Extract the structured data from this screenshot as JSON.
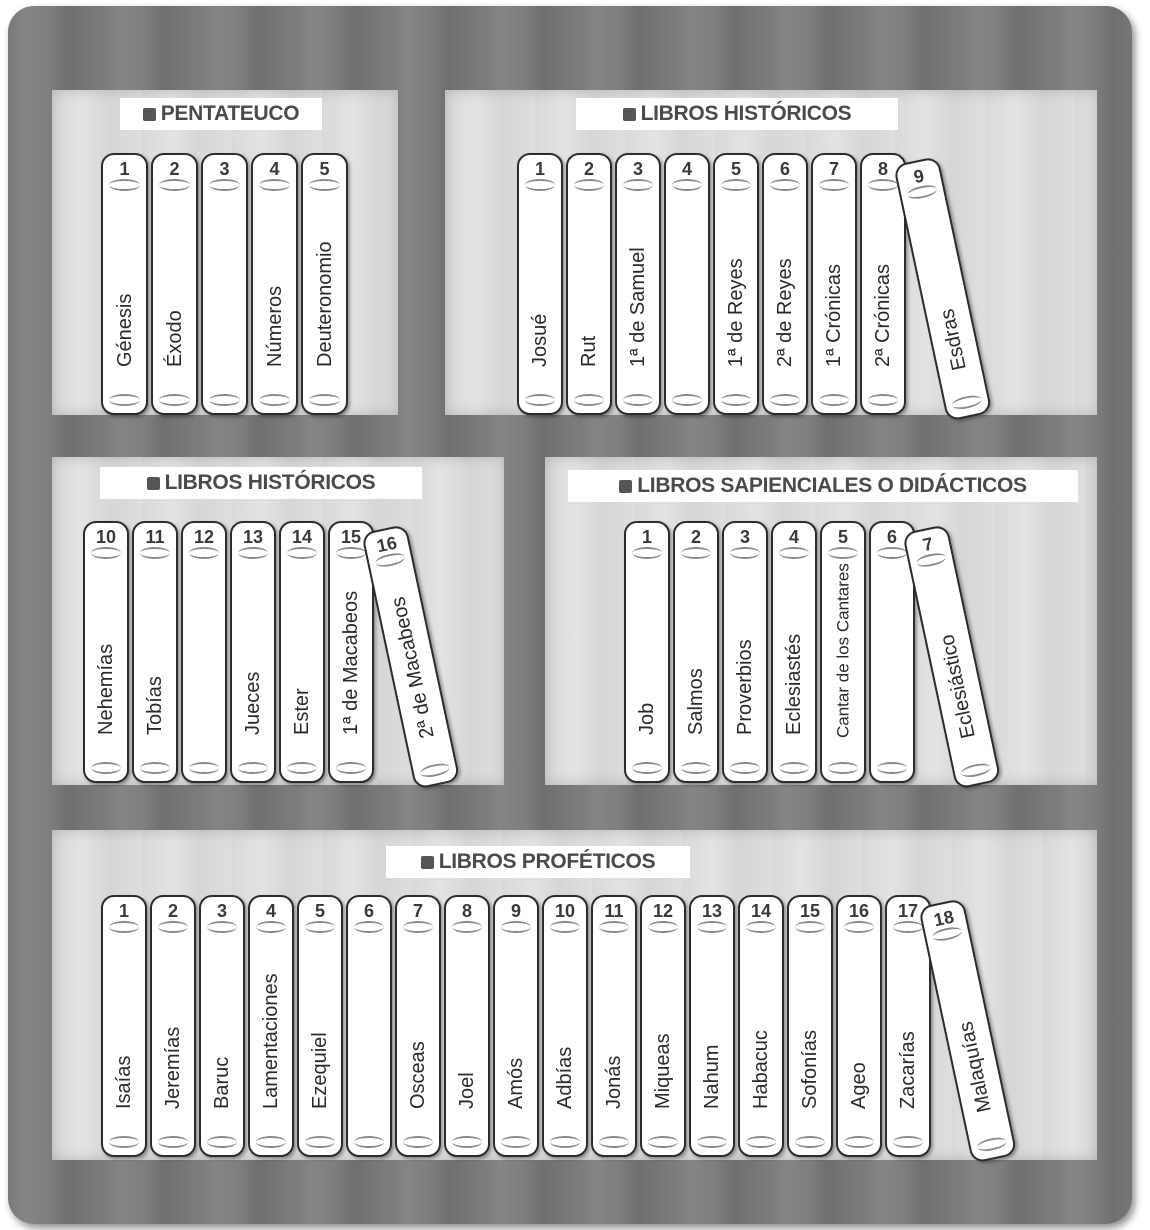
{
  "sections": [
    {
      "label": "PENTATEUCO",
      "books": [
        {
          "num": "1",
          "title": "Génesis"
        },
        {
          "num": "2",
          "title": "Éxodo"
        },
        {
          "num": "3",
          "title": ""
        },
        {
          "num": "4",
          "title": "Números"
        },
        {
          "num": "5",
          "title": "Deuteronomio"
        }
      ]
    },
    {
      "label": "LIBROS HISTÓRICOS",
      "books": [
        {
          "num": "1",
          "title": "Josué"
        },
        {
          "num": "2",
          "title": "Rut"
        },
        {
          "num": "3",
          "title": "1ª de Samuel"
        },
        {
          "num": "4",
          "title": ""
        },
        {
          "num": "5",
          "title": "1ª de Reyes"
        },
        {
          "num": "6",
          "title": "2ª de Reyes"
        },
        {
          "num": "7",
          "title": "1ª Crónicas"
        },
        {
          "num": "8",
          "title": "2ª Crónicas"
        },
        {
          "num": "9",
          "title": "Esdras"
        }
      ]
    },
    {
      "label": "LIBROS HISTÓRICOS",
      "books": [
        {
          "num": "10",
          "title": "Nehemías"
        },
        {
          "num": "11",
          "title": "Tobías"
        },
        {
          "num": "12",
          "title": ""
        },
        {
          "num": "13",
          "title": "Jueces"
        },
        {
          "num": "14",
          "title": "Ester"
        },
        {
          "num": "15",
          "title": "1ª de Macabeos"
        },
        {
          "num": "16",
          "title": "2ª de Macabeos"
        }
      ]
    },
    {
      "label": "LIBROS SAPIENCIALES O DIDÁCTICOS",
      "books": [
        {
          "num": "1",
          "title": "Job"
        },
        {
          "num": "2",
          "title": "Salmos"
        },
        {
          "num": "3",
          "title": "Proverbios"
        },
        {
          "num": "4",
          "title": "Eclesiastés"
        },
        {
          "num": "5",
          "title": "Cantar de los Cantares"
        },
        {
          "num": "6",
          "title": ""
        },
        {
          "num": "7",
          "title": "Eclesiástico"
        }
      ]
    },
    {
      "label": "LIBROS PROFÉTICOS",
      "books": [
        {
          "num": "1",
          "title": "Isaías"
        },
        {
          "num": "2",
          "title": "Jeremías"
        },
        {
          "num": "3",
          "title": "Baruc"
        },
        {
          "num": "4",
          "title": "Lamentaciones"
        },
        {
          "num": "5",
          "title": "Ezequiel"
        },
        {
          "num": "6",
          "title": ""
        },
        {
          "num": "7",
          "title": "Osceas"
        },
        {
          "num": "8",
          "title": "Joel"
        },
        {
          "num": "9",
          "title": "Amós"
        },
        {
          "num": "10",
          "title": "Adbías"
        },
        {
          "num": "11",
          "title": "Jonás"
        },
        {
          "num": "12",
          "title": "Miqueas"
        },
        {
          "num": "13",
          "title": "Nahum"
        },
        {
          "num": "14",
          "title": "Habacuc"
        },
        {
          "num": "15",
          "title": "Sofonías"
        },
        {
          "num": "16",
          "title": "Ageo"
        },
        {
          "num": "17",
          "title": "Zacarías"
        },
        {
          "num": "18",
          "title": "Malaquías"
        }
      ]
    }
  ]
}
